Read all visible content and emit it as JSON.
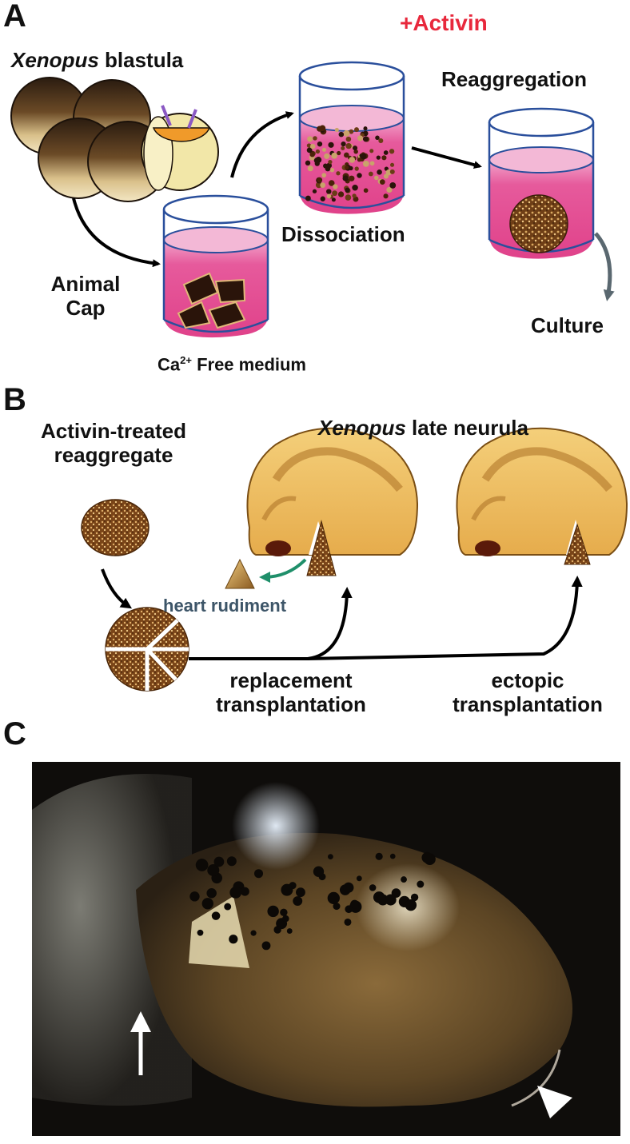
{
  "panels": {
    "a": {
      "letter": "A",
      "blastula_label": {
        "italic": "Xenopus",
        "rest": " blastula"
      },
      "animal_cap_label": [
        "Animal",
        "Cap"
      ],
      "medium_label": {
        "pre": "Ca",
        "sup": "2+",
        "post": " Free medium"
      },
      "dissociation_label": "Dissociation",
      "activin_label": "+Activin",
      "reaggregation_label": "Reaggregation",
      "culture_label": "Culture"
    },
    "b": {
      "letter": "B",
      "reaggregate_label": [
        "Activin-treated",
        "reaggregate"
      ],
      "neurula_label": {
        "italic": "Xenopus",
        "rest": " late neurula"
      },
      "heart_rudiment_label": "heart rudiment",
      "replacement_label": [
        "replacement",
        "transplantation"
      ],
      "ectopic_label": [
        "ectopic",
        "transplantation"
      ]
    },
    "c": {
      "letter": "C"
    }
  },
  "colors": {
    "activin_red": "#e8283c",
    "medium_pink": "#e0428a",
    "beaker_outline": "#2a4f9c",
    "embryo_yellow": "#e8b85a",
    "heart_rudiment_text": "#3d5568",
    "green_arrow": "#1f8f6a",
    "culture_arrow": "#5a6870"
  }
}
